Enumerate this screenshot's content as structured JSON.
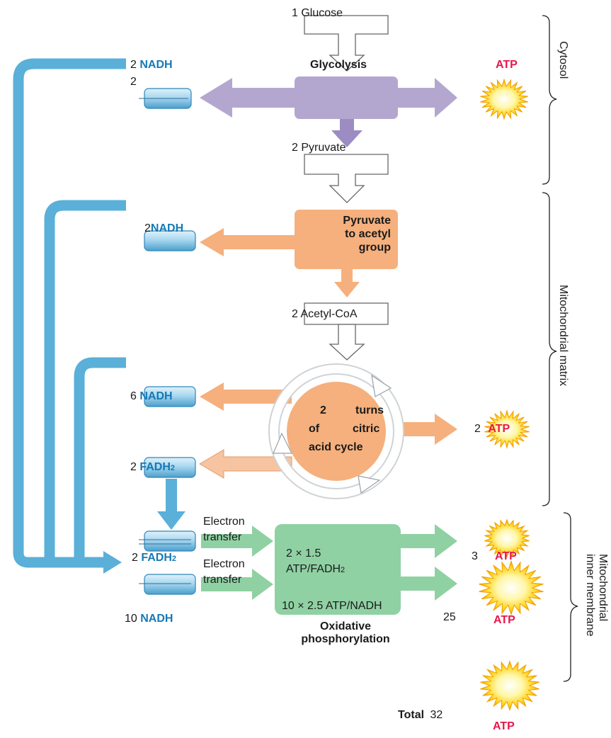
{
  "glycolysis": {
    "input": "1 Glucose",
    "title": "Glycolysis",
    "nadh_count": "2",
    "nadh_label": "NADH",
    "carrier_count": "2",
    "atp_label": "ATP",
    "output": "2 Pyruvate"
  },
  "pyruvate_oxidation": {
    "title_line1": "Pyruvate",
    "title_line2": "to acetyl",
    "title_line3": "group",
    "nadh_count": "2",
    "nadh_label": "NADH",
    "output": "2 Acetyl-CoA"
  },
  "citric_acid_cycle": {
    "line1_a": "2",
    "line1_b": "turns",
    "line2_a": "of",
    "line2_b": "citric",
    "line3": "acid cycle",
    "nadh_count": "6",
    "nadh_label": "NADH",
    "fadh2_count": "2",
    "fadh2_label": "FADH",
    "fadh2_sub": "2",
    "atp_count": "2",
    "atp_label": "ATP"
  },
  "oxidative_phosphorylation": {
    "transfer1_line1": "Electron",
    "transfer1_line2": "transfer",
    "transfer2_line1": "Electron",
    "transfer2_line2": "transfer",
    "fadh2_count": "2",
    "fadh2_label": "FADH",
    "fadh2_sub": "2",
    "nadh_count": "10",
    "nadh_label": "NADH",
    "rate_fadh2_line1": "2 × 1.5",
    "rate_fadh2_line2": "ATP/FADH",
    "rate_fadh2_sub": "2",
    "rate_nadh": "10 × 2.5 ATP/NADH",
    "title_line1": "Oxidative",
    "title_line2": "phosphorylation",
    "atp_count_1": "3",
    "atp_label_1": "ATP",
    "atp_count_2": "25",
    "atp_label_2": "ATP"
  },
  "total": {
    "label": "Total",
    "count": "32",
    "atp_label": "ATP"
  },
  "regions": {
    "cytosol": "Cytosol",
    "matrix": "Mitochondrial matrix",
    "membrane_line1": "Mitochondrial",
    "membrane_line2": "inner membrane"
  },
  "colors": {
    "glycolysis": "#b4a7cf",
    "krebs": "#f5b07d",
    "oxphos": "#8fd1a3",
    "carrier_blue": "#5ab0d8",
    "atp_text": "#e8174b",
    "nadh_text": "#1679b5"
  }
}
